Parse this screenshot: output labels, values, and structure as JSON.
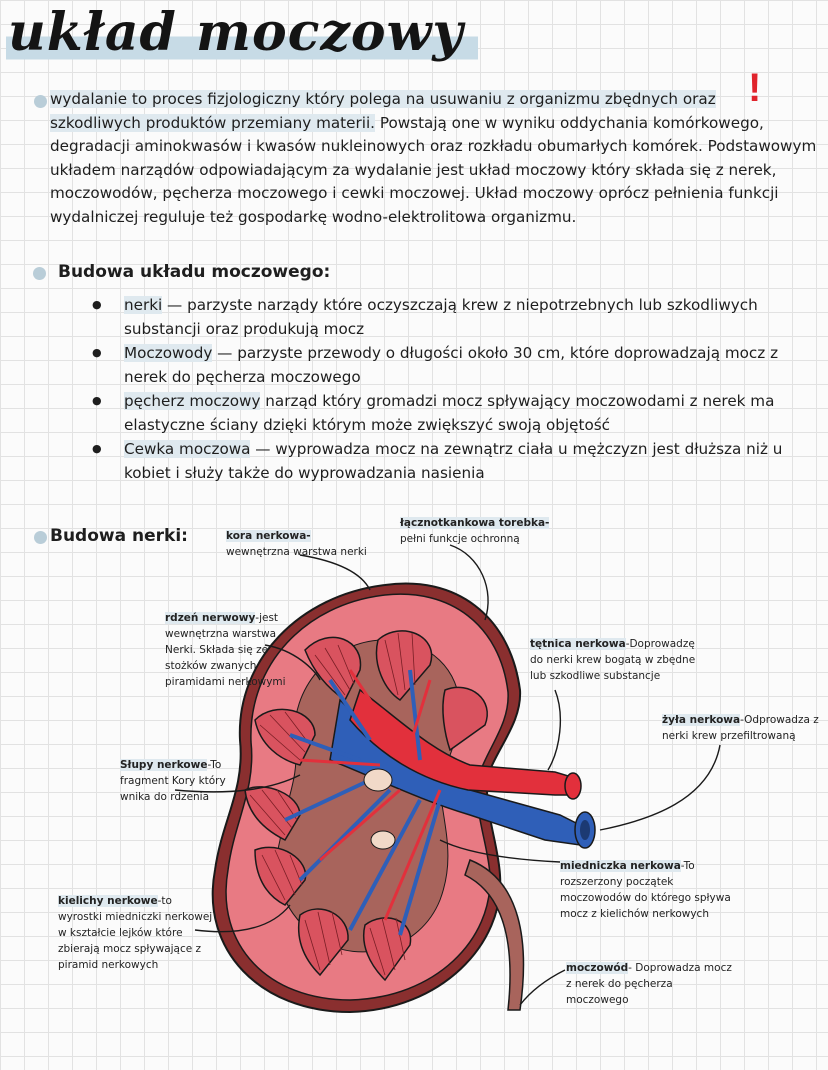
{
  "title": "układ moczowy",
  "intro": {
    "lead": "wydalanie to proces fizjologiczny który polega na usuwaniu z organizmu zbędnych oraz",
    "line2": "szkodliwych produktów przemiany materii.",
    "rest": " Powstają one w wyniku oddychania komórkowego, degradacji aminokwasów i kwasów nukleinowych oraz rozkładu obumarłych komórek. Podstawowym układem narządów odpowiadającym za wydalanie jest układ moczowy który składa się z nerek, moczowodów, pęcherza moczowego i cewki moczowej. Układ moczowy oprócz pełnienia funkcji wydalniczej reguluje też gospodarkę wodno-elektrolitowa organizmu."
  },
  "budowa_ukladu": {
    "heading": "Budowa układu moczowego:",
    "items": [
      {
        "term": "nerki",
        "text": " — parzyste narządy które oczyszczają krew z niepotrzebnych lub szkodliwych substancji oraz produkują mocz"
      },
      {
        "term": "Moczowody",
        "text": " — parzyste przewody o długości około 30 cm, które doprowadzają mocz z nerek do pęcherza moczowego"
      },
      {
        "term": "pęcherz moczowy",
        "text": " narząd który gromadzi mocz spływający moczowodami z nerek ma elastyczne ściany dzięki którym może zwiększyć swoją objętość"
      },
      {
        "term": "Cewka moczowa",
        "text": " — wyprowadza mocz na zewnątrz ciała u mężczyzn jest dłuższa niż u kobiet i służy także do wyprowadzania nasienia"
      }
    ]
  },
  "budowa_nerki": {
    "heading": "Budowa nerki:",
    "labels": {
      "kora": {
        "term": "kora nerkowa-",
        "desc": "wewnętrzna warstwa nerki"
      },
      "torebka": {
        "term": "łącznotkankowa torebka-",
        "desc": "pełni funkcje ochronną"
      },
      "rdzen": {
        "term": "rdzeń nerwowy",
        "desc": "-jest wewnętrzna warstwa Nerki. Składa się ze stożków zwanych piramidami nerkowymi"
      },
      "tetnica": {
        "term": "tętnica nerkowa",
        "desc": "-Doprowadzę do nerki krew bogatą w zbędne lub szkodliwe substancje"
      },
      "zyla": {
        "term": "żyła nerkowa",
        "desc": "-Odprowadza z nerki krew przefiltrowaną"
      },
      "slupy": {
        "term": "Słupy nerkowe",
        "desc": "-To fragment Kory który wnika do rdzenia"
      },
      "miedniczka": {
        "term": "miedniczka nerkowa",
        "desc": "-To rozszerzony początek moczowodów do którego spływa mocz z kielichów nerkowych"
      },
      "kielichy": {
        "term": "kielichy nerkowe",
        "desc": "-to wyrostki miedniczki nerkowej w kształcie lejków które zbierają mocz spływające z piramid nerkowych"
      },
      "moczowod": {
        "term": "moczowód",
        "desc": "- Doprowadza mocz z nerek do pęcherza moczowego"
      }
    }
  },
  "colors": {
    "accent": "#c7dbe6",
    "artery": "#e2303c",
    "vein": "#2f5fb8",
    "cortex": "#e87a83",
    "capsule": "#8a2f2f",
    "exclaim": "#e0242c"
  }
}
